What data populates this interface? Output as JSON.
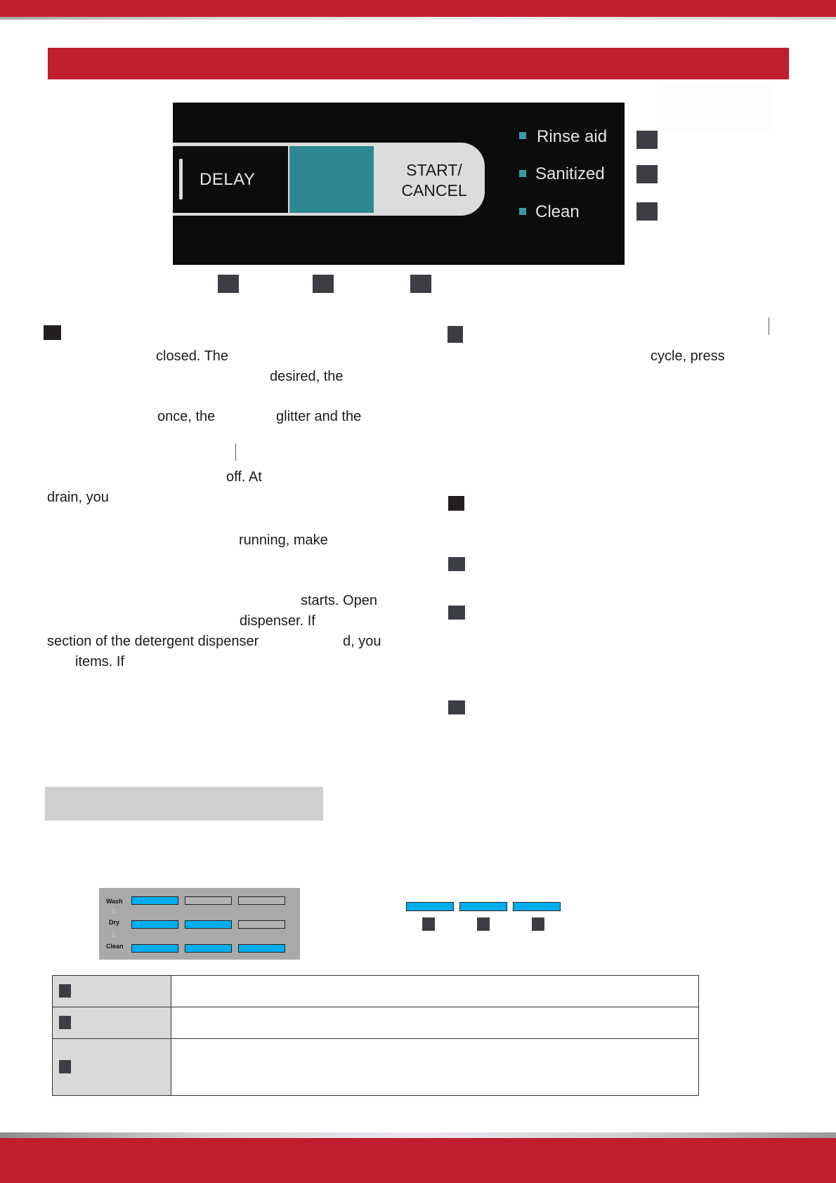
{
  "colors": {
    "brand_red": "#be1e2d",
    "panel_black": "#0c0c0c",
    "teal": "#2f8891",
    "indicator_teal": "#3b9aa5",
    "marker_gray": "#3c3e44",
    "program_on": "#00aeef",
    "program_off": "#b3b3b3"
  },
  "control_panel": {
    "delay_label": "DELAY",
    "start_label_line1": "START/",
    "start_label_line2": "CANCEL",
    "indicators": [
      "Rinse aid",
      "Sanitized",
      "Clean"
    ]
  },
  "body_text": {
    "left": [
      "closed. The",
      "desired, the",
      "once, the",
      "glitter and the",
      "off. At",
      "drain, you",
      "running, make",
      "starts. Open",
      "dispenser. If",
      "section of the detergent dispenser",
      "d, you",
      "items. If"
    ],
    "right": [
      "cycle, press"
    ]
  },
  "program_panel": {
    "rows": [
      {
        "label": "Wash",
        "states": [
          true,
          false,
          false
        ]
      },
      {
        "label": "Dry",
        "states": [
          true,
          true,
          false
        ]
      },
      {
        "label": "Clean",
        "states": [
          true,
          true,
          true
        ]
      }
    ],
    "arrow": "⇩"
  },
  "table": {
    "rows": [
      {
        "label": "",
        "description": ""
      },
      {
        "label": "",
        "description": ""
      },
      {
        "label": "",
        "description": ""
      }
    ]
  }
}
